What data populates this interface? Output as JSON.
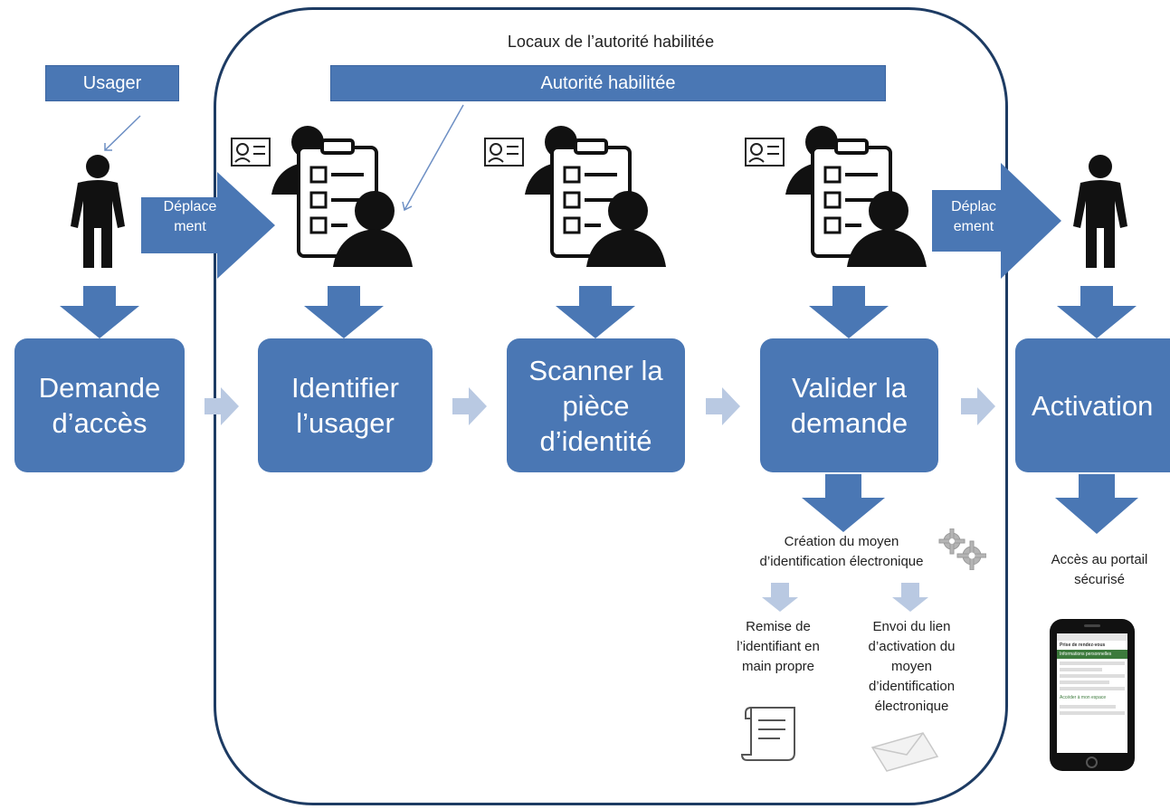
{
  "diagram": {
    "room_title": "Locaux de l’autorité habilitée",
    "actors": {
      "usager": "Usager",
      "autorite": "Autorité habilitée"
    },
    "moves": {
      "left": "Déplace\nment",
      "right": "Déplac\nement"
    },
    "steps": [
      "Demande\nd’accès",
      "Identifier\nl’usager",
      "Scanner la\npièce\nd’identité",
      "Valider la\ndemande",
      "Activation"
    ],
    "creation": "Création du moyen\nd’identification électronique",
    "remise": "Remise de\nl’identifiant en\nmain propre",
    "envoi": "Envoi du lien\nd’activation du\nmoyen\nd’identification\nélectronique",
    "portail": "Accès au portail\nsécurisé",
    "phone": {
      "title": "Prise de rendez-vous",
      "section": "Informations personnelles",
      "link": "Accéder à mon espace"
    },
    "colors": {
      "box": "#4a77b4",
      "arrow": "#4a77b4",
      "light_arrow": "#b9c9e2",
      "room_border": "#1d3b63"
    }
  }
}
